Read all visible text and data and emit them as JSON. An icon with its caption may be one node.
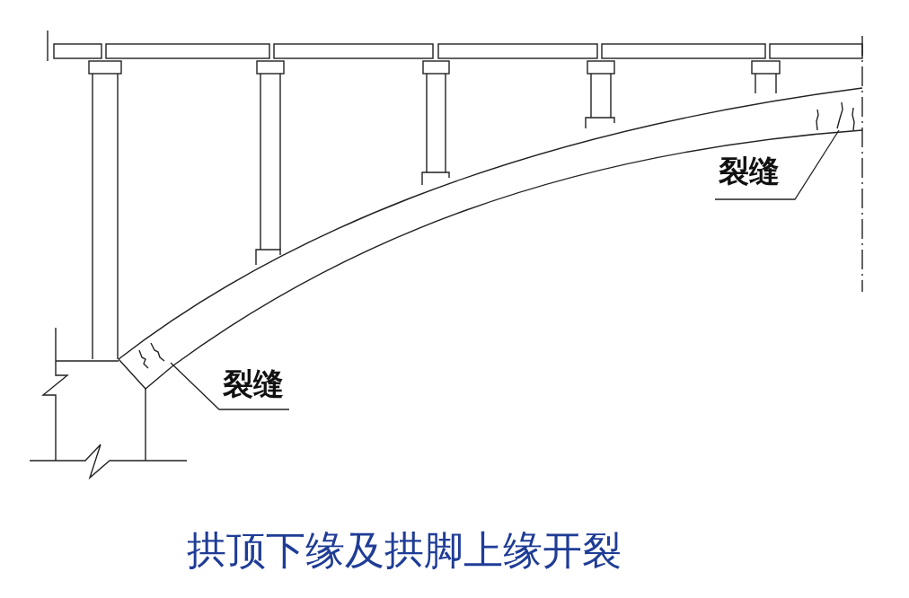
{
  "diagram": {
    "caption": "拱顶下缘及拱脚上缘开裂",
    "nodes": [
      {
        "text": [
          "裂缝"
        ]
      },
      {
        "text": [
          "裂缝"
        ]
      }
    ],
    "edges": [
      {
        "from": 0,
        "to": null,
        "arrow": "none"
      },
      {
        "from": 1,
        "to": null,
        "arrow": "none"
      }
    ]
  }
}
